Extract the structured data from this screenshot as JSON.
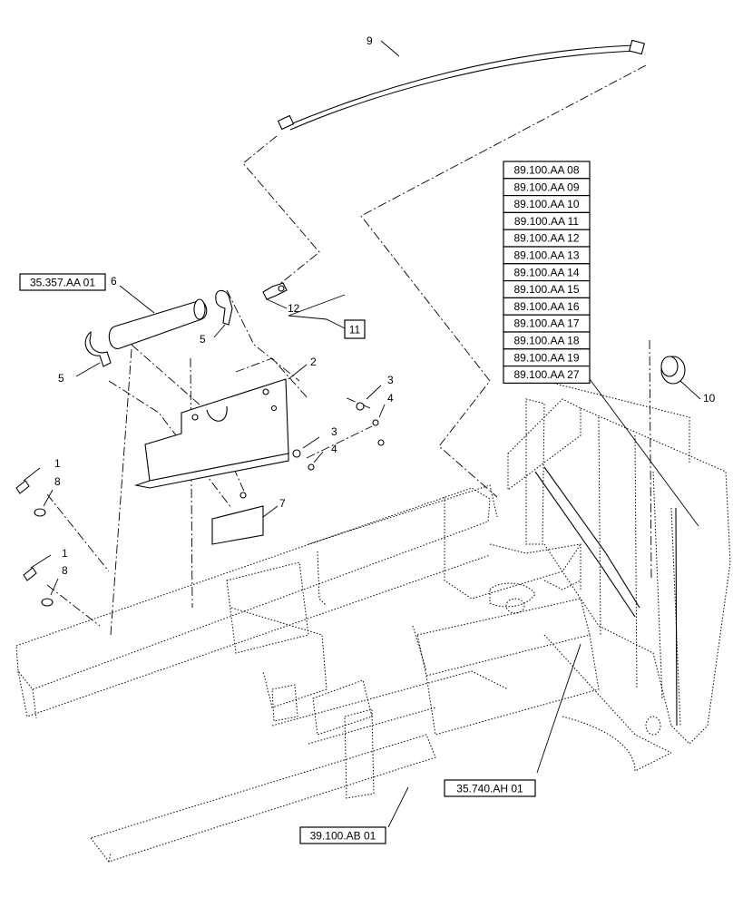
{
  "references": {
    "ref_357": "35.357.AA 01",
    "ref_740": "35.740.AH 01",
    "ref_39100": "39.100.AB 01",
    "ref_11": "11",
    "ref_list": [
      "89.100.AA 08",
      "89.100.AA 09",
      "89.100.AA 10",
      "89.100.AA 11",
      "89.100.AA 12",
      "89.100.AA 13",
      "89.100.AA 14",
      "89.100.AA 15",
      "89.100.AA 16",
      "89.100.AA 17",
      "89.100.AA 18",
      "89.100.AA 19",
      "89.100.AA 27"
    ]
  },
  "callouts": {
    "n1a": "1",
    "n1b": "1",
    "n2": "2",
    "n3a": "3",
    "n3b": "3",
    "n4a": "4",
    "n4b": "4",
    "n5a": "5",
    "n5b": "5",
    "n6": "6",
    "n7": "7",
    "n8a": "8",
    "n8b": "8",
    "n9": "9",
    "n10": "10",
    "n12": "12"
  }
}
